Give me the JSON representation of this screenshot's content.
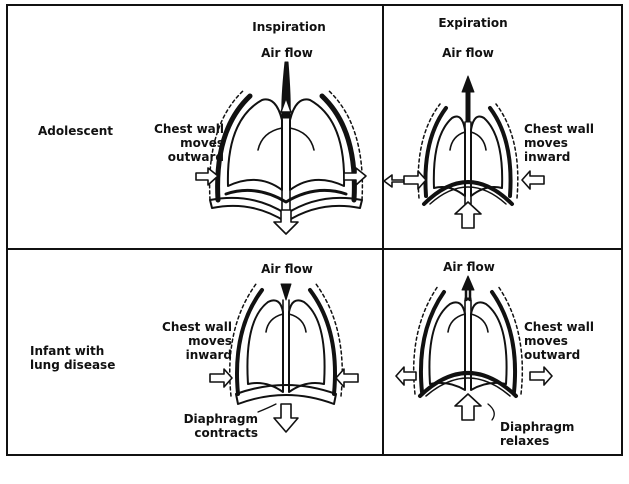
{
  "headers": {
    "inspiration": "Inspiration",
    "expiration": "Expiration"
  },
  "rows": {
    "adolescent": "Adolescent",
    "infant_line1": "Infant with",
    "infant_line2": "lung disease"
  },
  "labels": {
    "air_flow": "Air flow",
    "chest_wall": "Chest wall",
    "moves": "moves",
    "outward": "outward",
    "inward": "inward",
    "diaphragm": "Diaphragm",
    "contracts": "contracts",
    "relaxes": "relaxes"
  }
}
